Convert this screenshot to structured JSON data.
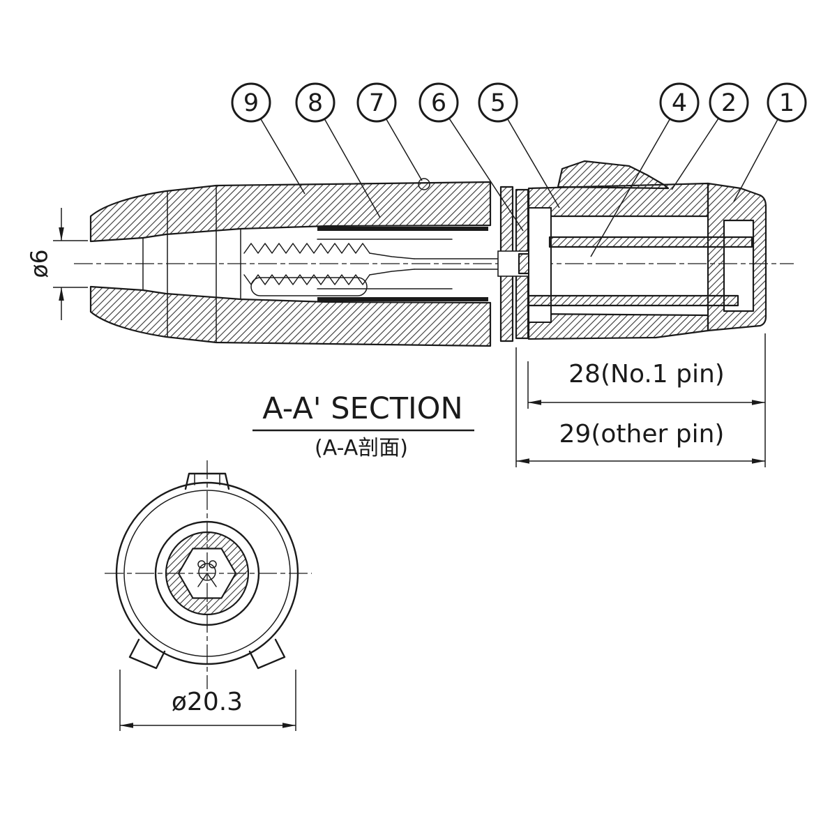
{
  "section_title": "A-A' SECTION",
  "section_subtitle": "(A-A剖面)",
  "balloons": [
    {
      "label": "9"
    },
    {
      "label": "8"
    },
    {
      "label": "7"
    },
    {
      "label": "6"
    },
    {
      "label": "5"
    },
    {
      "label": "4"
    },
    {
      "label": "2"
    },
    {
      "label": "1"
    }
  ],
  "dimensions": {
    "cable_entry_dia": "ø6",
    "pin1_length": "28(No.1 pin)",
    "other_pin_length": "29(other pin)",
    "front_dia": "ø20.3"
  },
  "colors": {
    "line": "#1a1a1a",
    "background": "#ffffff"
  }
}
